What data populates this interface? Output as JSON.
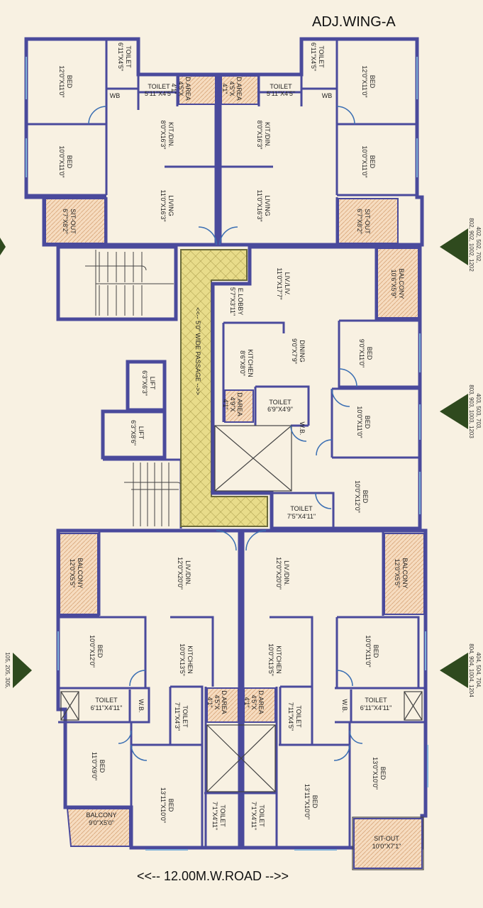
{
  "title": "ADJ.WING-A",
  "road": "<<-- 12.00M.W.ROAD -->>",
  "flat_labels": {
    "right_top": [
      "402, 502, 702,",
      "802, 902, 1002, 1202"
    ],
    "right_mid": [
      "403, 503, 703,",
      "803, 903, 1003, 1203"
    ],
    "right_bottom": [
      "404, 504, 704,",
      "804, 904, 1004, 1204"
    ],
    "left_bottom": [
      "105, 205, 305,"
    ]
  },
  "rooms": {
    "tl_toilet": [
      "TOILET",
      "6'11\"X4'5\""
    ],
    "tl_bed1": [
      "BED",
      "12'0\"X11'0\""
    ],
    "tl_wb": [
      "WB"
    ],
    "tl_toilet2": [
      "TOILET",
      "5'11\"X4'5\""
    ],
    "tl_darea": [
      "D.AREA",
      "4'5\"X",
      "4'1\""
    ],
    "tl_kit": [
      "KIT./DIN.",
      "8'0\"X16'3\""
    ],
    "tl_bed2": [
      "BED",
      "10'0\"X11'0\""
    ],
    "tl_living": [
      "LIVING",
      "11'0\"X16'3\""
    ],
    "tl_sitout": [
      "SIT-OUT",
      "6'7\"X8'2\""
    ],
    "tr_toilet": [
      "TOILET",
      "6'11\"X4'5\""
    ],
    "tr_bed1": [
      "BED",
      "12'0\"X11'0\""
    ],
    "tr_wb": [
      "WB"
    ],
    "tr_toilet2": [
      "TOILET",
      "5'11\"X4'5\""
    ],
    "tr_darea": [
      "D.AREA",
      "4'5\"X",
      "4'1\""
    ],
    "tr_kit": [
      "KIT./DIN.",
      "8'0\"X16'3\""
    ],
    "tr_bed2": [
      "BED",
      "10'0\"X11'0\""
    ],
    "tr_living": [
      "LIVING",
      "11'0\"X16'3\""
    ],
    "tr_sitout": [
      "SIT-OUT",
      "6'7\"X8'2\""
    ],
    "m_liv": [
      "LIV./LIV.",
      "11'0\"X17'7\""
    ],
    "m_balcony": [
      "BALCONY",
      "10'6\"X5'9\""
    ],
    "m_elobby": [
      "E.LOBBY",
      "5'7\"X3'11\""
    ],
    "m_dining": [
      "DINING",
      "9'0\"X7'9\""
    ],
    "m_kitchen": [
      "KITCHEN",
      "8'6\"X8'0\""
    ],
    "m_bed1": [
      "BED",
      "9'0\"X11'0\""
    ],
    "m_darea": [
      "D.AREA",
      "4'9\"X",
      "4'1\""
    ],
    "m_toilet1": [
      "TOILET",
      "6'9\"X4'9\""
    ],
    "m_bed2": [
      "BED",
      "10'0\"X11'0\""
    ],
    "m_wb": [
      "W.B."
    ],
    "m_bed3": [
      "BED",
      "10'0\"X12'0\""
    ],
    "m_toilet2": [
      "TOILET",
      "7'5\"X4'11\""
    ],
    "m_passage": [
      "<<-- 5'0\" WIDE PASSAGE -->>"
    ],
    "lift1": [
      "LIFT",
      "6'3\"X6'3\""
    ],
    "lift2": [
      "LIFT",
      "6'3\"X8'6\""
    ],
    "bl_balcony": [
      "BALCONY",
      "12'0\"X5'5\""
    ],
    "bl_livdin": [
      "LIV./DIN.",
      "12'0\"X20'0\""
    ],
    "bl_bed1": [
      "BED",
      "10'0\"X12'0\""
    ],
    "bl_kitchen": [
      "KITCHEN",
      "10'0\"X13'5\""
    ],
    "bl_toilet1": [
      "TOILET",
      "6'11\"X4'11\""
    ],
    "bl_wb": [
      "W.B."
    ],
    "bl_toilet2": [
      "TOILET",
      "7'11\"X4'3\""
    ],
    "bl_darea": [
      "D.AREA",
      "4'5\"X",
      "4'1\""
    ],
    "bl_bed2": [
      "BED",
      "11'0\"X9'0\""
    ],
    "bl_bed3": [
      "BED",
      "13'11\"X10'0\""
    ],
    "bl_balcony2": [
      "BALCONY",
      "9'0\"X5'0\""
    ],
    "bl_toilet3": [
      "TOILET",
      "7'1\"X4'11\""
    ],
    "br_livdin": [
      "LIV./DIN.",
      "12'0\"X20'0\""
    ],
    "br_balcony": [
      "BALCONY",
      "12'0\"X5'5\""
    ],
    "br_bed1": [
      "BED",
      "10'0\"X11'0\""
    ],
    "br_kitchen": [
      "KITCHEN",
      "10'0\"X13'5\""
    ],
    "br_darea": [
      "D.AREA",
      "4'5\"X",
      "4'1\""
    ],
    "br_toilet1": [
      "TOILET",
      "7'11\"X4'5\""
    ],
    "br_wb": [
      "W.B."
    ],
    "br_toilet2": [
      "TOILET",
      "6'11\"X4'11\""
    ],
    "br_bed2": [
      "BED",
      "13'0\"X10'0\""
    ],
    "br_bed3": [
      "BED",
      "13'11\"X10'0\""
    ],
    "br_toilet3": [
      "TOILET",
      "7'1\"X4'11\""
    ],
    "br_sitout": [
      "SIT-OUT",
      "10'0\"X7'1\""
    ]
  }
}
